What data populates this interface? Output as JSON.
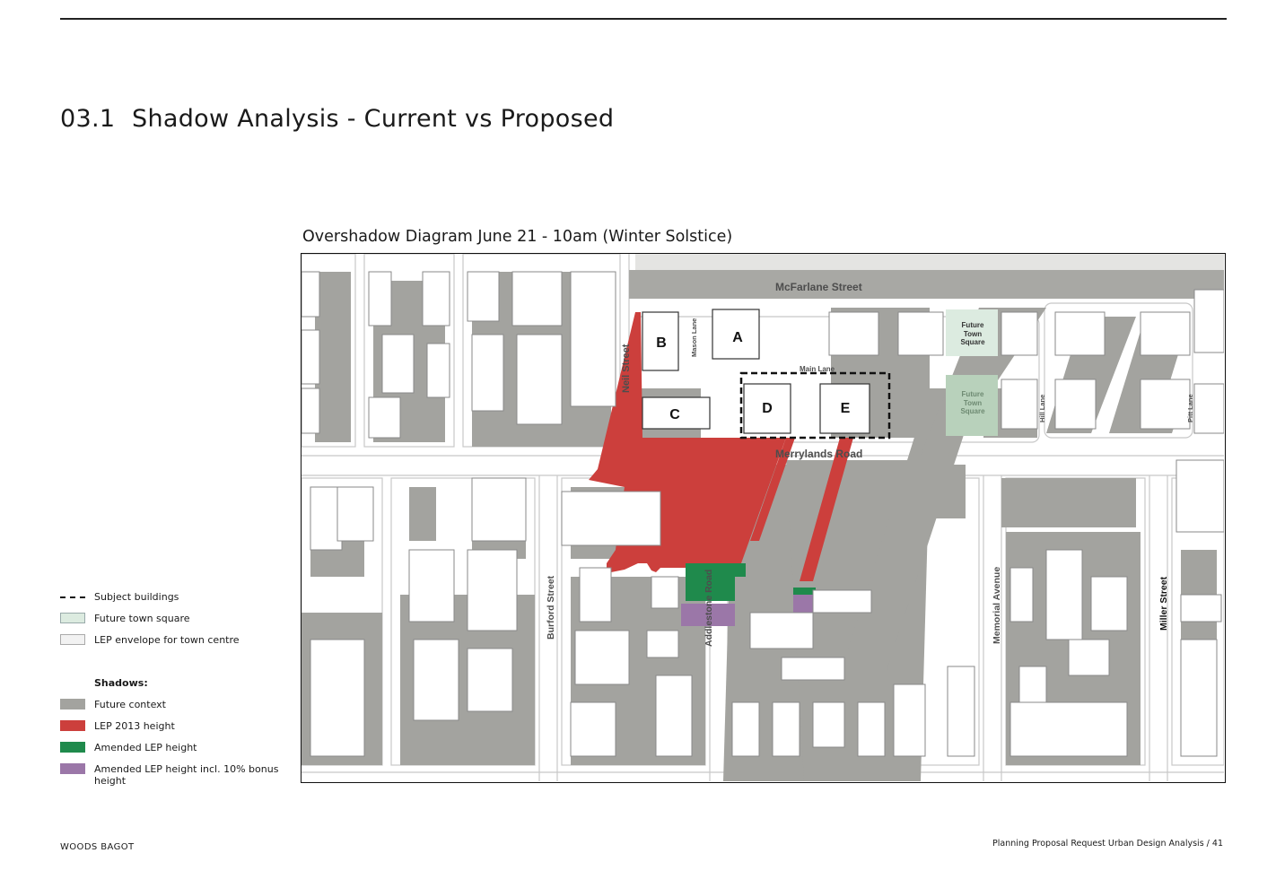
{
  "header": {
    "section_number": "03.1",
    "title": "Shadow Analysis - Current vs Proposed"
  },
  "diagram": {
    "title": "Overshadow Diagram June 21 - 10am (Winter Solstice)",
    "street_labels": {
      "mcfarlane": "McFarlane Street",
      "main_lane": "Main Lane",
      "merrylands": "Merrylands Road",
      "neil": "Neil Street",
      "mason_lane": "Mason Lane",
      "burford": "Burford Street",
      "addlestone": "Addlestone Road",
      "memorial": "Memorial Avenue",
      "miller": "Miller Street",
      "hill_lane": "Hill Lane",
      "pitt_lane": "Pitt Lane",
      "future_town_square_1": "Future Town Square",
      "future_town_square_2": "Future Town Square"
    },
    "building_labels": {
      "a": "A",
      "b": "B",
      "c": "C",
      "d": "D",
      "e": "E"
    }
  },
  "legend": {
    "items": [
      {
        "label": "Subject buildings",
        "color": "#111111"
      },
      {
        "label": "Future town square",
        "color": "#dcebe0"
      },
      {
        "label": "LEP envelope for town centre",
        "color": "#f2f2f2"
      }
    ],
    "shadows_heading": "Shadows:",
    "shadow_items": [
      {
        "label": "Future context",
        "color": "#a3a39f"
      },
      {
        "label": "LEP 2013 height",
        "color": "#cc3f3c"
      },
      {
        "label": "Amended LEP height",
        "color": "#1f8a4c"
      },
      {
        "label": "Amended LEP height incl. 10% bonus height",
        "color": "#9b77a8"
      }
    ]
  },
  "footer": {
    "company": "WOODS BAGOT",
    "document": "Planning Proposal Request Urban Design Analysis",
    "page_separator": "/",
    "page": "41"
  }
}
